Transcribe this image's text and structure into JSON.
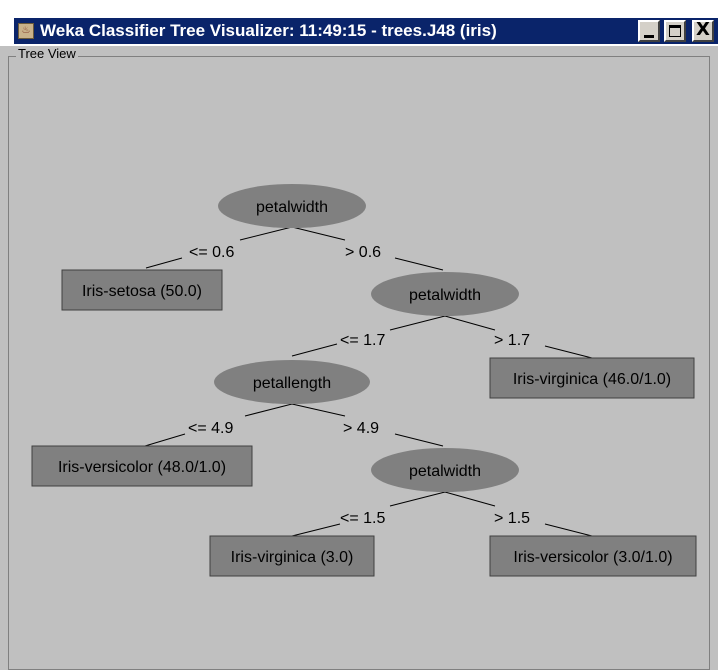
{
  "window": {
    "title": "Weka Classifier Tree Visualizer: 11:49:15 - trees.J48 (iris)",
    "icon": "java-coffee-icon"
  },
  "controls": {
    "minimize": "minimize-icon",
    "maximize": "maximize-icon",
    "close_glyph": "X"
  },
  "panel": {
    "title": "Tree View"
  },
  "colors": {
    "title_bar": "#0a246a",
    "background": "#c0c0c0",
    "node_fill": "#808080",
    "leaf_fill": "#808080"
  },
  "tree": {
    "nodes": {
      "root": "petalwidth",
      "n2": "petalwidth",
      "n3": "petallength",
      "n4": "petalwidth"
    },
    "leaves": {
      "setosa": "Iris-setosa (50.0)",
      "virginica_1": "Iris-virginica (46.0/1.0)",
      "versicolor_1": "Iris-versicolor (48.0/1.0)",
      "virginica_2": "Iris-virginica (3.0)",
      "versicolor_2": "Iris-versicolor (3.0/1.0)"
    },
    "edges": {
      "e1": "<= 0.6",
      "e2": "> 0.6",
      "e3": "<= 1.7",
      "e4": "> 1.7",
      "e5": "<= 4.9",
      "e6": "> 4.9",
      "e7": "<= 1.5",
      "e8": "> 1.5"
    }
  }
}
